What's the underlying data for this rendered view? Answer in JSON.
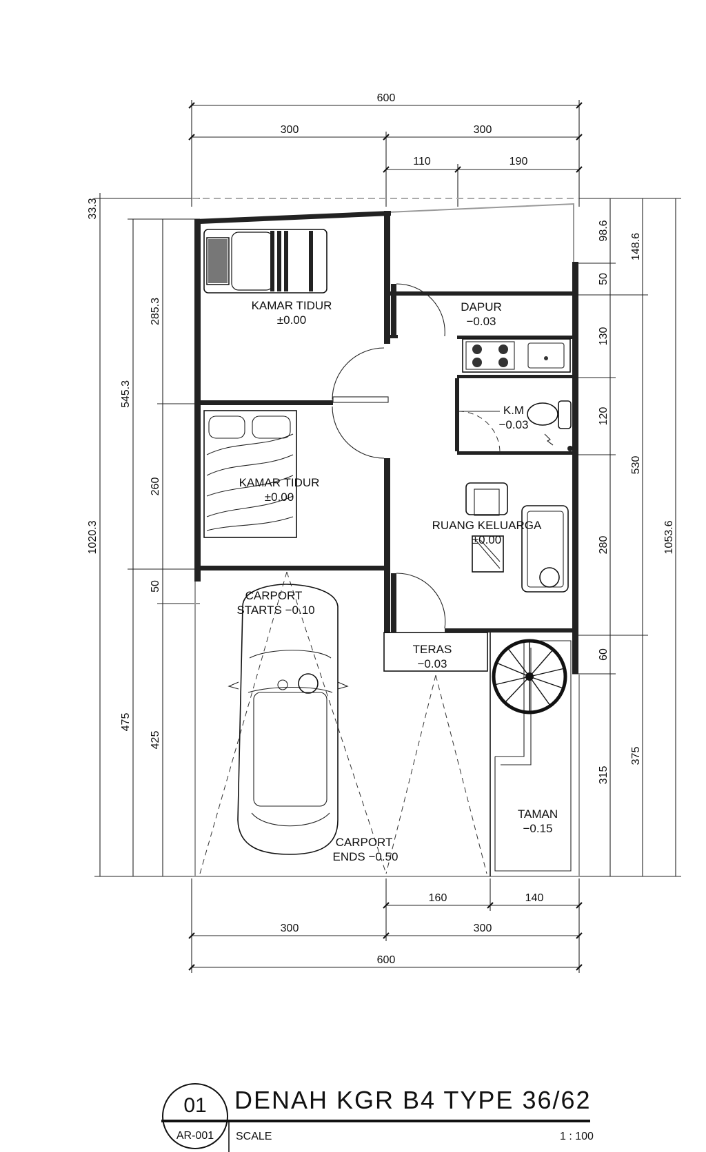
{
  "drawing": {
    "number": "01",
    "sheet": "AR-001",
    "title": "DENAH KGR B4 TYPE 36/62",
    "scale_label": "SCALE",
    "scale_value": "1 : 100"
  },
  "dimensions": {
    "top": {
      "total": "600",
      "left": "300",
      "right": "300",
      "sub_a": "110",
      "sub_b": "190"
    },
    "bottom": {
      "sub_a": "160",
      "sub_b": "140",
      "left": "300",
      "right": "300",
      "total": "600"
    },
    "left": {
      "offset": "33.3",
      "overall": "1020.3",
      "upper": "545.3",
      "lower": "475",
      "bed1": "285.3",
      "bed2": "260",
      "gap": "50",
      "carport": "425"
    },
    "right": {
      "top_a": "98.6",
      "top_b": "50",
      "top_total": "148.6",
      "kitchen": "130",
      "bath": "120",
      "living": "280",
      "terrace": "60",
      "middle": "530",
      "garden": "315",
      "lower": "375",
      "overall": "1053.6"
    }
  },
  "rooms": {
    "bed1": {
      "name": "KAMAR  TIDUR",
      "level": "±0.00"
    },
    "bed2": {
      "name": "KAMAR  TIDUR",
      "level": "±0.00"
    },
    "kitchen": {
      "name": "DAPUR",
      "level": "−0.03"
    },
    "bath": {
      "name": "K.M",
      "level": "−0.03"
    },
    "living": {
      "name": "RUANG  KELUARGA",
      "level": "±0.00"
    },
    "terrace": {
      "name": "TERAS",
      "level": "−0.03"
    },
    "garden": {
      "name": "TAMAN",
      "level": "−0.15"
    },
    "carport_start": {
      "name": "CARPORT",
      "level": "STARTS  −0.10"
    },
    "carport_end": {
      "name": "CARPORT",
      "level": "ENDS  −0.50"
    }
  }
}
